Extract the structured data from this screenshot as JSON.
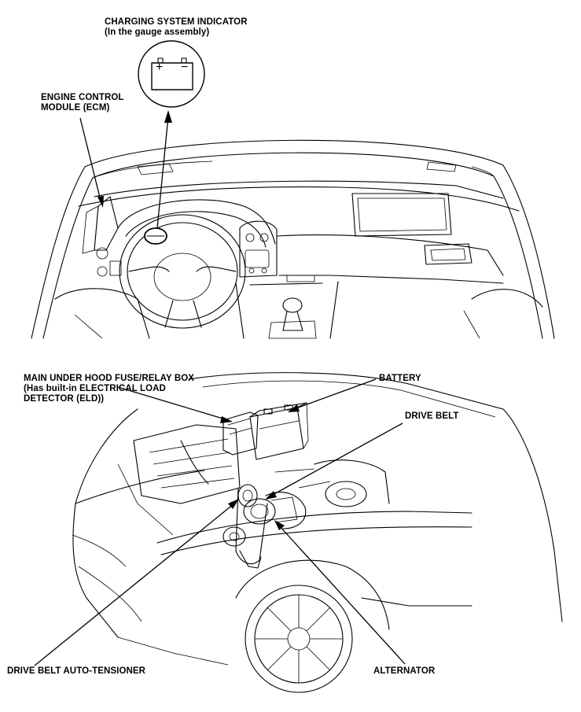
{
  "labels": {
    "charging_indicator": {
      "line1": "CHARGING SYSTEM INDICATOR",
      "line2": "(In the gauge assembly)"
    },
    "ecm": {
      "line1": "ENGINE CONTROL",
      "line2": "MODULE (ECM)"
    },
    "fuse_box": {
      "line1": "MAIN UNDER HOOD FUSE/RELAY BOX",
      "line2": "(Has built-in ELECTRICAL LOAD",
      "line3": "DETECTOR (ELD))"
    },
    "battery": "BATTERY",
    "drive_belt": "DRIVE BELT",
    "tensioner": "DRIVE BELT AUTO-TENSIONER",
    "alternator": "ALTERNATOR"
  },
  "indicator_symbol": {
    "plus": "+",
    "minus": "−"
  },
  "icons": [
    "battery-warning-icon"
  ]
}
